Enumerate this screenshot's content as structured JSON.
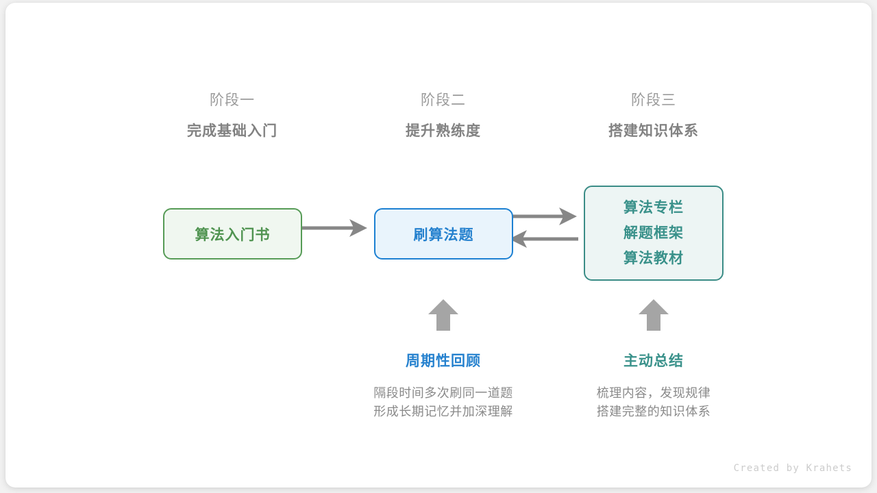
{
  "stages": [
    {
      "num": "阶段一",
      "title": "完成基础入门"
    },
    {
      "num": "阶段二",
      "title": "提升熟练度"
    },
    {
      "num": "阶段三",
      "title": "搭建知识体系"
    }
  ],
  "nodes": {
    "book": {
      "label": "算法入门书",
      "color": "#4f9350",
      "border": "#569b56",
      "fill": "#f0f7f0"
    },
    "practice": {
      "label": "刷算法题",
      "color": "#2581ce",
      "border": "#1c80d2",
      "fill": "#e9f4fc"
    },
    "resources": {
      "lines": [
        "算法专栏",
        "解题框架",
        "算法教材"
      ],
      "color": "#39918a",
      "border": "#3a8c86",
      "fill": "#edf5f4"
    }
  },
  "arrows": {
    "color": "#878787",
    "book_to_practice": "book-to-practice-arrow",
    "practice_to_resources": "practice-to-resources-arrow",
    "resources_to_practice": "resources-to-practice-arrow"
  },
  "annotations": [
    {
      "icon": "up-arrow-icon",
      "title": "周期性回顾",
      "color": "#2581ce",
      "desc_line1": "隔段时间多次刷同一道题",
      "desc_line2": "形成长期记忆并加深理解"
    },
    {
      "icon": "up-arrow-icon",
      "title": "主动总结",
      "color": "#39918a",
      "desc_line1": "梳理内容，发现规律",
      "desc_line2": "搭建完整的知识体系"
    }
  ],
  "credit": "Created by Krahets"
}
